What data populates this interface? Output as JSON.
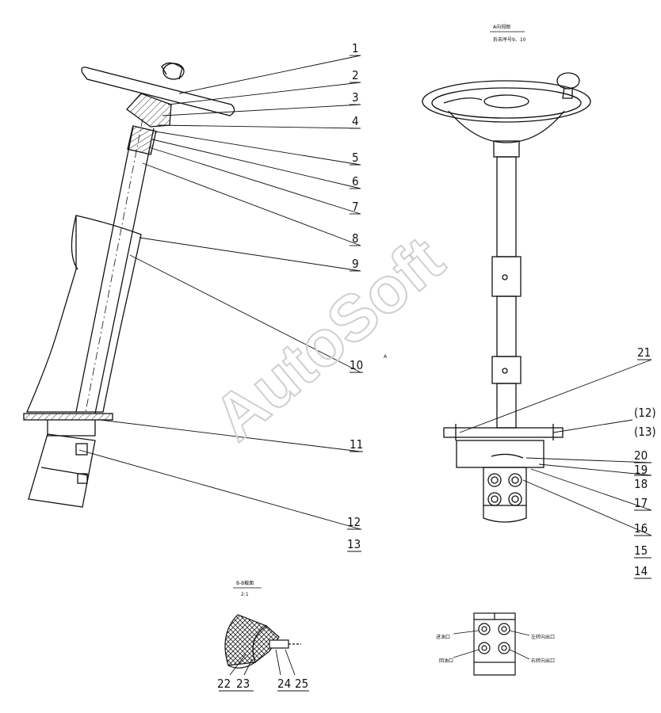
{
  "watermark": "AutoSoft",
  "view_a": {
    "title": "A向视图",
    "subtitle": "拆去序号9、10"
  },
  "section_b": {
    "title": "B-B截面",
    "scale": "2:1"
  },
  "port_labels": [
    "进油口",
    "左转向出口",
    "回油口",
    "右转向出口"
  ],
  "marker_a": "A",
  "left_callouts": [
    "1",
    "2",
    "3",
    "4",
    "5",
    "6",
    "7",
    "8",
    "9",
    "10",
    "11",
    "12",
    "13"
  ],
  "right_callouts": [
    "21",
    "(12)",
    "(13)",
    "20",
    "19",
    "18",
    "17",
    "16",
    "15",
    "14"
  ],
  "section_callouts": [
    "22",
    "23",
    "24",
    "25"
  ]
}
